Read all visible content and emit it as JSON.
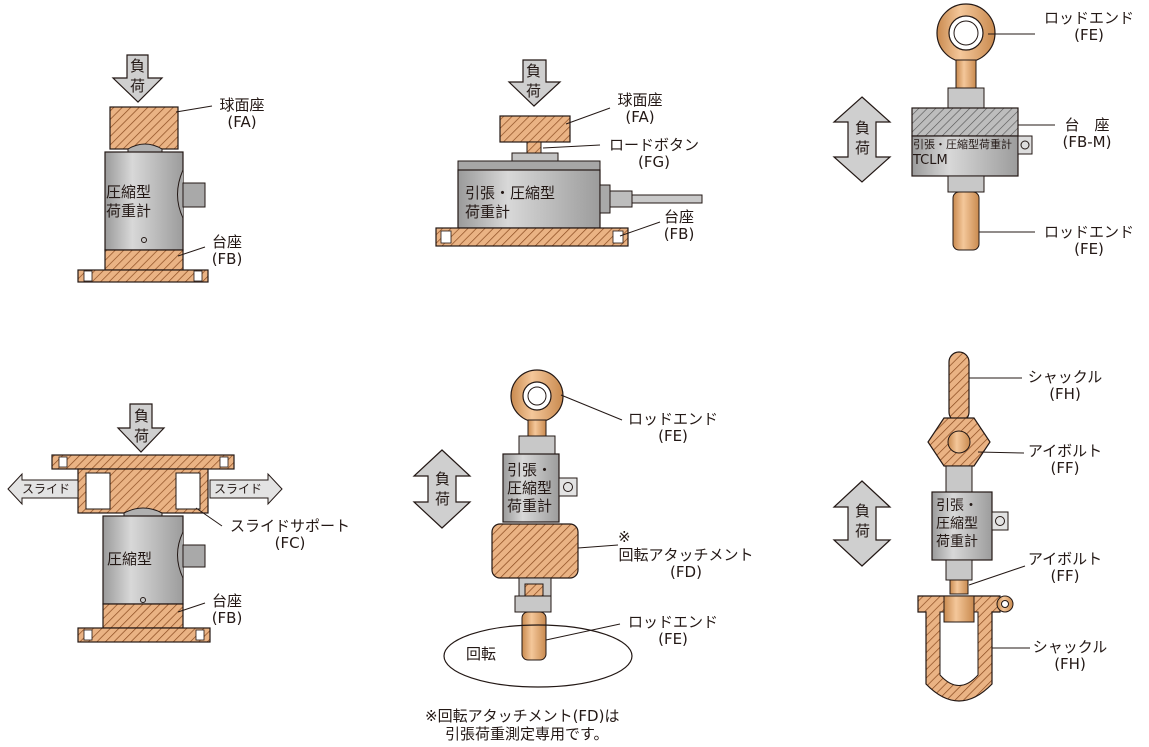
{
  "colors": {
    "hatch": "#eab384",
    "hatch_line": "#8a4a1f",
    "metal": "#b9b9b9",
    "metal_dark": "#8f8f8f",
    "arrow": "#c8c8c8",
    "outline": "#231815"
  },
  "load": {
    "line1": "負",
    "line2": "荷"
  },
  "slide": "スライド",
  "rotation": "回転",
  "fig1": {
    "seat_name": "球面座",
    "seat_code": "(FA)",
    "body_name": "圧縮型",
    "body_name2": "荷重計",
    "base_name": "台座",
    "base_code": "(FB)"
  },
  "fig2": {
    "seat_name": "球面座",
    "seat_code": "(FA)",
    "button_name": "ロードボタン",
    "button_code": "(FG)",
    "body_line1": "引張・圧縮型",
    "body_line2": "荷重計",
    "base_name": "台座",
    "base_code": "(FB)"
  },
  "fig3": {
    "rod_top_name": "ロッドエンド",
    "rod_top_code": "(FE)",
    "base_name": "台　座",
    "base_code": "(FB-M)",
    "plate_text": "引張・圧縮型荷重計",
    "model": "TCLM",
    "rod_bot_name": "ロッドエンド",
    "rod_bot_code": "(FE)"
  },
  "fig4": {
    "support_name": "スライドサポート",
    "support_code": "(FC)",
    "body_name": "圧縮型",
    "base_name": "台座",
    "base_code": "(FB)"
  },
  "fig5": {
    "rod_top_name": "ロッドエンド",
    "rod_top_code": "(FE)",
    "body_line1": "引張・",
    "body_line2": "圧縮型",
    "body_line3": "荷重計",
    "asterisk": "※",
    "attach_name": "回転アタッチメント",
    "attach_code": "(FD)",
    "rod_bot_name": "ロッドエンド",
    "rod_bot_code": "(FE)"
  },
  "fig6": {
    "shackle_top_name": "シャックル",
    "shackle_top_code": "(FH)",
    "eyebolt_top_name": "アイボルト",
    "eyebolt_top_code": "(FF)",
    "body_line1": "引張・",
    "body_line2": "圧縮型",
    "body_line3": "荷重計",
    "eyebolt_bot_name": "アイボルト",
    "eyebolt_bot_code": "(FF)",
    "shackle_bot_name": "シャックル",
    "shackle_bot_code": "(FH)"
  },
  "footnote": {
    "line1": "※回転アタッチメント(FD)は",
    "line2": "引張荷重測定専用です。"
  }
}
